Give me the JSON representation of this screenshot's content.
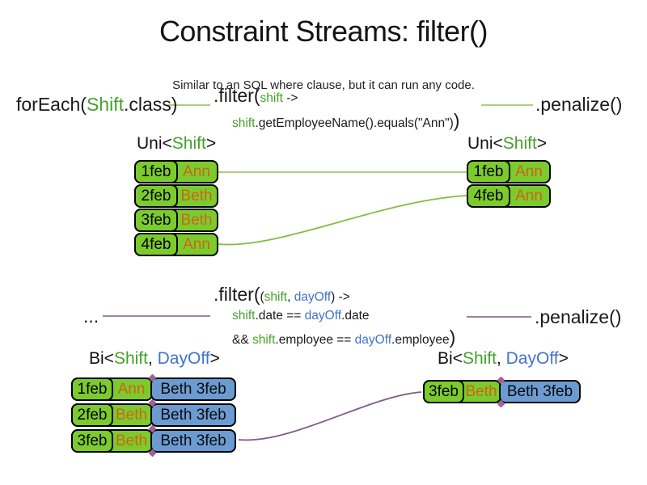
{
  "title": "Constraint Streams: filter()",
  "subtitle": "Similar to an SQL where clause, but it can run any code.",
  "colors": {
    "cell_green": "#7ccb2e",
    "cell_blue": "#6c9bd2",
    "text_green": "#44a22c",
    "text_blue": "#4273c8",
    "text_orange": "#cf6415",
    "line_green": "#8fc050",
    "line_purple": "#7b5d87"
  },
  "pipeline1": {
    "source": {
      "pre": "forEach(",
      "cls": "Shift",
      "post": ".class)"
    },
    "filter": {
      "head": ".filter(",
      "param": "shift",
      "arrow": " ->",
      "body_var": "shift",
      "body_rest": ".getEmployeeName().equals(\"Ann\")",
      "close": ")"
    },
    "penalize": ".penalize()",
    "type_left": {
      "pre": "Uni<",
      "cls": "Shift",
      "post": ">"
    },
    "type_right": {
      "pre": "Uni<",
      "cls": "Shift",
      "post": ">"
    },
    "table_left": {
      "rows": [
        {
          "date": "1feb",
          "name": "Ann"
        },
        {
          "date": "2feb",
          "name": "Beth"
        },
        {
          "date": "3feb",
          "name": "Beth"
        },
        {
          "date": "4feb",
          "name": "Ann"
        }
      ]
    },
    "table_right": {
      "rows": [
        {
          "date": "1feb",
          "name": "Ann"
        },
        {
          "date": "4feb",
          "name": "Ann"
        }
      ]
    }
  },
  "pipeline2": {
    "source": "...",
    "filter": {
      "head": ".filter(",
      "open": "(",
      "param1": "shift",
      "comma": ", ",
      "param2": "dayOff",
      "close_params": ")",
      "arrow": " ->",
      "line1": {
        "a": "shift",
        "b": ".date == ",
        "c": "dayOff",
        "d": ".date"
      },
      "line2": {
        "a": "&& ",
        "b": "shift",
        "c": ".employee == ",
        "d": "dayOff",
        "e": ".employee",
        "close": ")"
      }
    },
    "penalize": ".penalize()",
    "type_left": {
      "pre": "Bi<",
      "cls1": "Shift",
      "comma": ", ",
      "cls2": "DayOff",
      "post": ">"
    },
    "type_right": {
      "pre": "Bi<",
      "cls1": "Shift",
      "comma": ", ",
      "cls2": "DayOff",
      "post": ">"
    },
    "table_left": {
      "rows": [
        {
          "date": "1feb",
          "name": "Ann",
          "pair": "Beth 3feb"
        },
        {
          "date": "2feb",
          "name": "Beth",
          "pair": "Beth 3feb"
        },
        {
          "date": "3feb",
          "name": "Beth",
          "pair": "Beth 3feb"
        }
      ]
    },
    "table_right": {
      "rows": [
        {
          "date": "3feb",
          "name": "Beth",
          "pair": "Beth 3feb"
        }
      ]
    }
  }
}
